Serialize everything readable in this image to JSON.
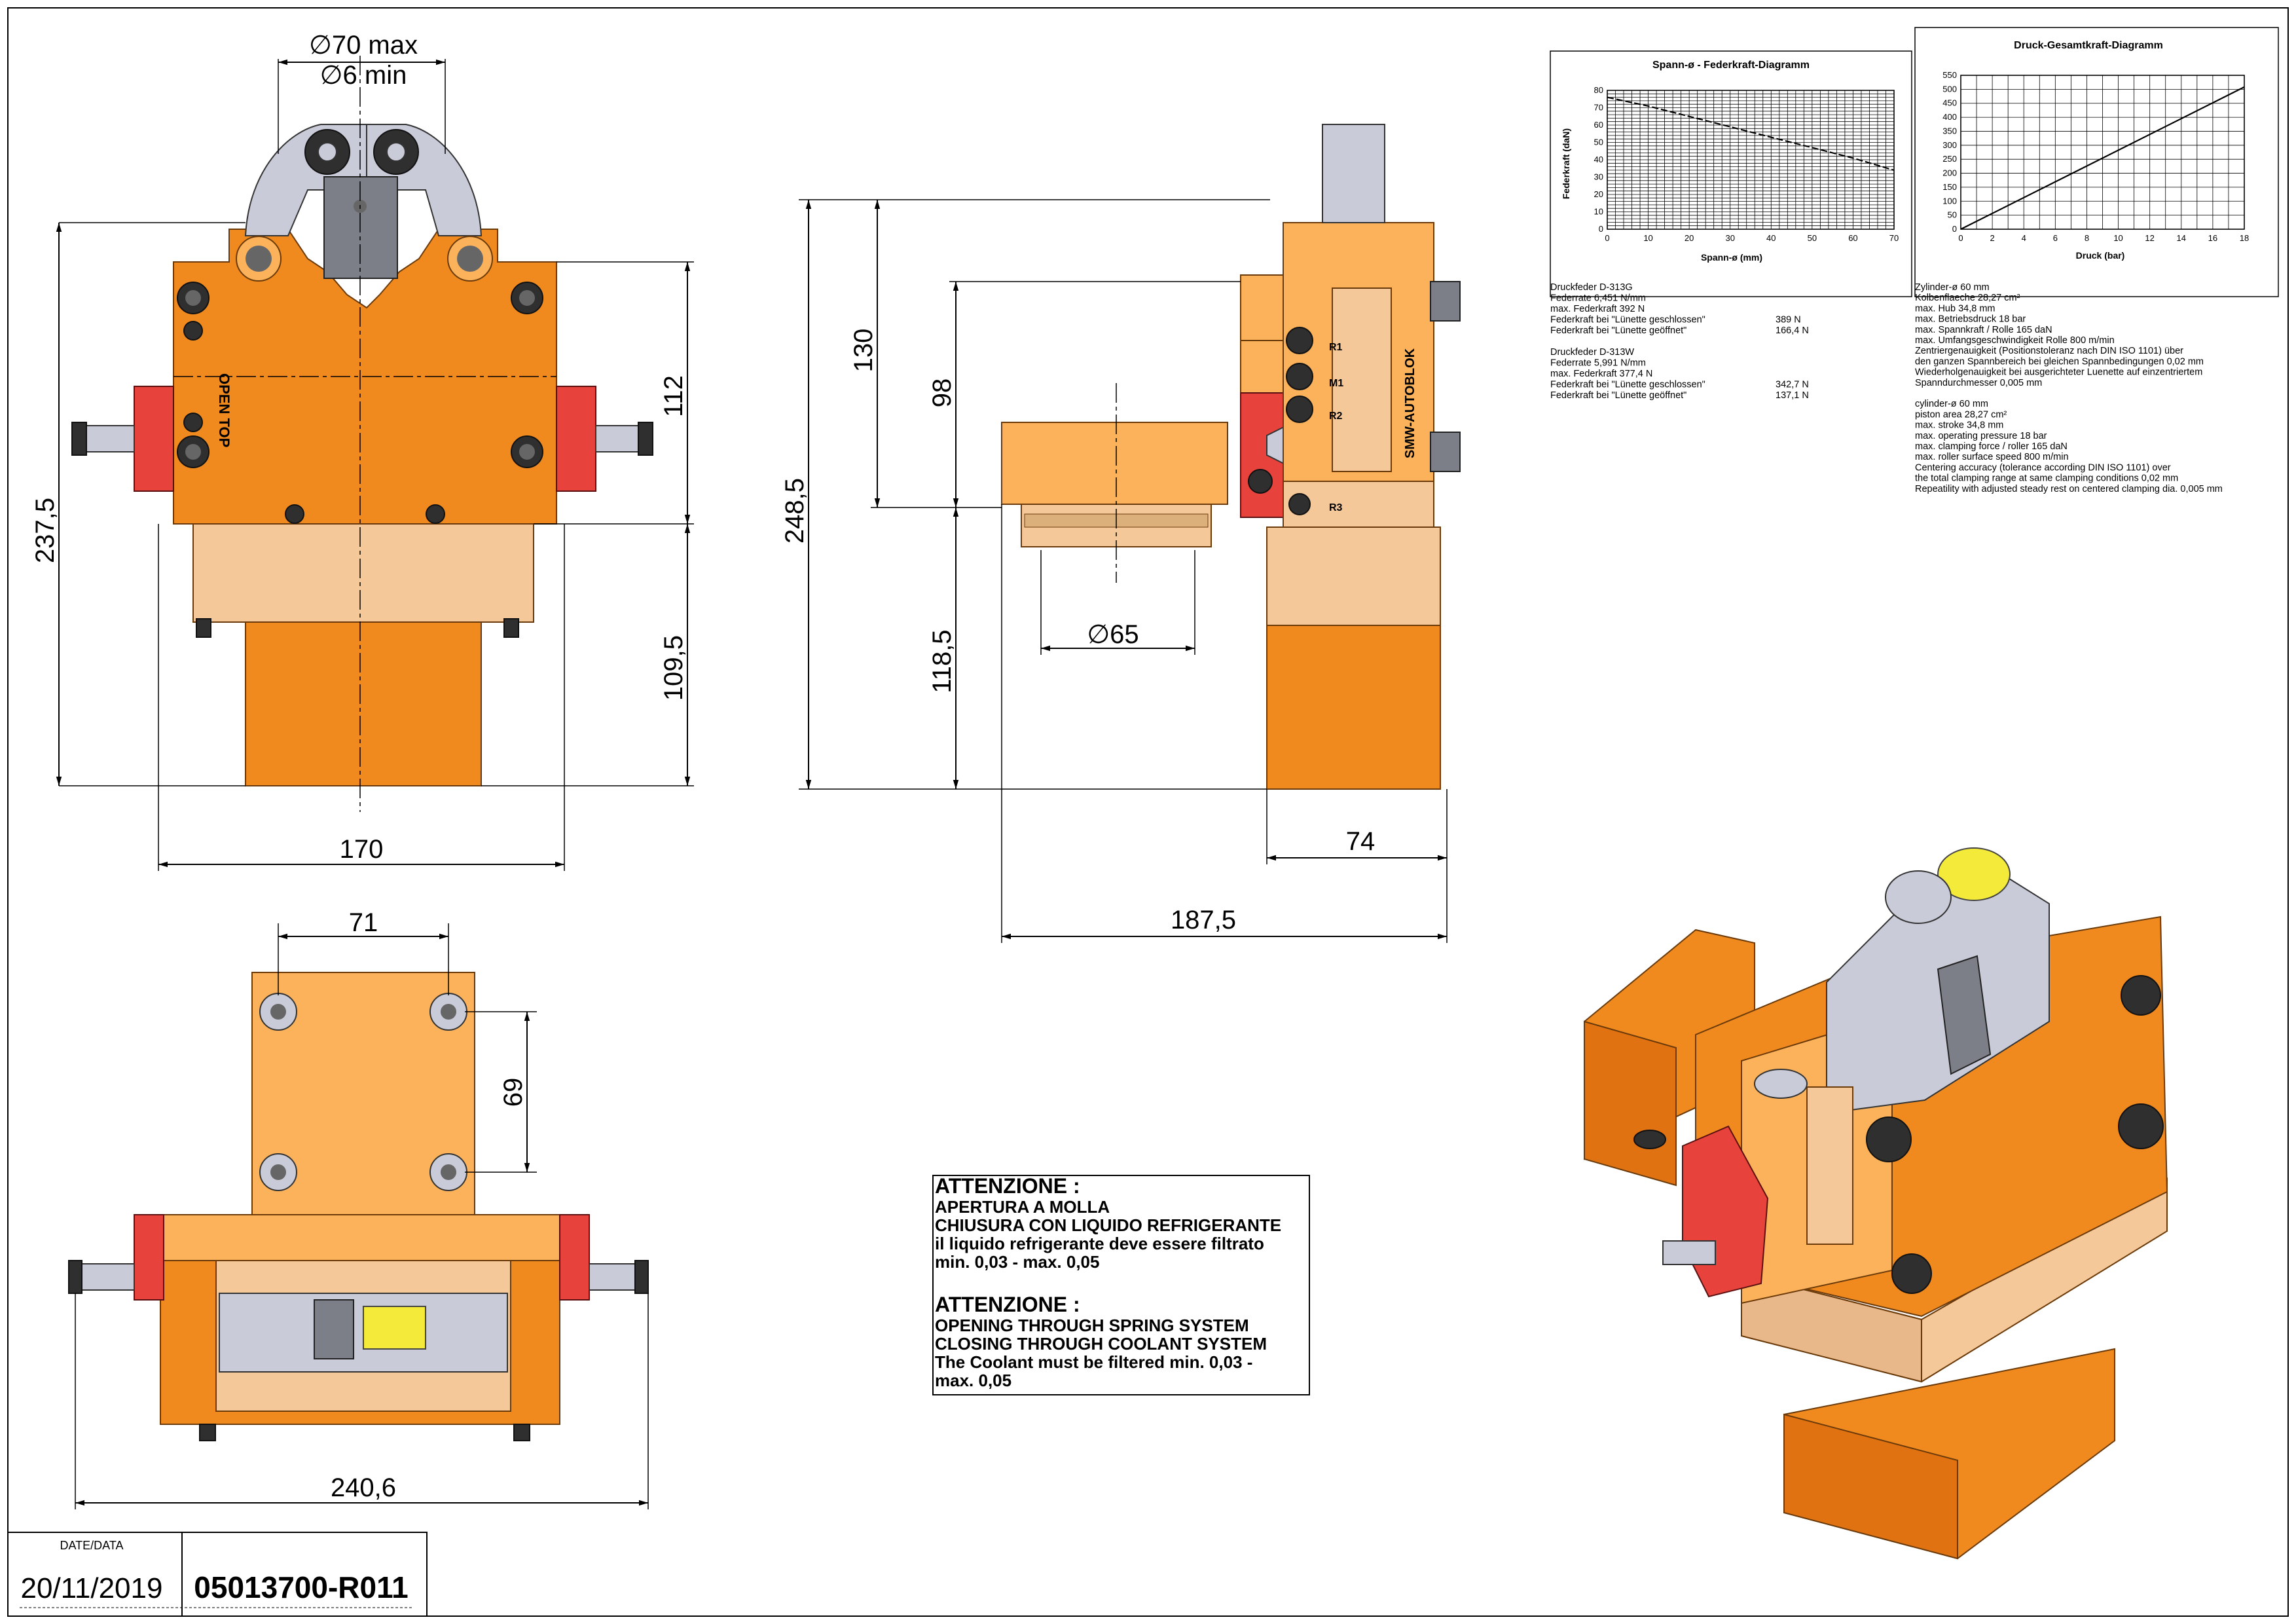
{
  "dimensions": {
    "front_view": {
      "jaw_max": "∅70 max",
      "jaw_min": "∅6 min",
      "height_total": "237,5",
      "height_upper": "112",
      "height_lower": "109,5",
      "width": "170"
    },
    "side_view": {
      "height_total": "248,5",
      "height_130": "130",
      "height_98": "98",
      "height_118": "118,5",
      "diameter": "∅65",
      "width_74": "74",
      "width_total": "187,5"
    },
    "bottom_view": {
      "width_71": "71",
      "height_69": "69",
      "width_total": "240,6"
    }
  },
  "labels": {
    "open_top": "OPEN TOP",
    "brand": "SMW-AUTOBLOK",
    "ports": [
      "R1",
      "M1",
      "R2",
      "R3"
    ]
  },
  "chart_data": [
    {
      "type": "line",
      "title": "Spann-ø - Federkraft-Diagramm",
      "xlabel": "Spann-ø (mm)",
      "ylabel": "Federkraft (daN)",
      "xlim": [
        0,
        70
      ],
      "ylim": [
        0,
        80
      ],
      "xticks": [
        0,
        10,
        20,
        30,
        40,
        50,
        60,
        70
      ],
      "yticks": [
        0,
        10,
        20,
        30,
        40,
        50,
        60,
        70,
        80
      ],
      "grid": true,
      "x": [
        0,
        10,
        20,
        30,
        40,
        50,
        60,
        70
      ],
      "series": [
        {
          "values": [
            76,
            71,
            65,
            59,
            53,
            47,
            41,
            34
          ]
        }
      ]
    },
    {
      "type": "line",
      "title": "Druck-Gesamtkraft-Diagramm",
      "xlabel": "Druck (bar)",
      "ylabel": "",
      "xlim": [
        0,
        18
      ],
      "ylim": [
        0,
        550
      ],
      "xticks": [
        0,
        2,
        4,
        6,
        8,
        10,
        12,
        14,
        16,
        18
      ],
      "yticks": [
        0,
        50,
        100,
        150,
        200,
        250,
        300,
        350,
        400,
        450,
        500,
        550
      ],
      "grid": true,
      "x": [
        0,
        18
      ],
      "series": [
        {
          "values": [
            0,
            508
          ]
        }
      ]
    }
  ],
  "specs_de_left": {
    "lines": [
      {
        "label": "Druckfeder D-313G",
        "value": ""
      },
      {
        "label": "Federrate 6,451 N/mm",
        "value": ""
      },
      {
        "label": "max. Federkraft 392 N",
        "value": ""
      },
      {
        "label": "Federkraft bei \"Lünette geschlossen\"",
        "value": "389 N"
      },
      {
        "label": "Federkraft bei \"Lünette geöffnet\"",
        "value": "166,4 N"
      },
      {
        "label": "",
        "value": ""
      },
      {
        "label": "Druckfeder D-313W",
        "value": ""
      },
      {
        "label": "Federrate 5,991 N/mm",
        "value": ""
      },
      {
        "label": "max. Federkraft 377,4 N",
        "value": ""
      },
      {
        "label": "Federkraft bei \"Lünette geschlossen\"",
        "value": "342,7 N"
      },
      {
        "label": "Federkraft bei \"Lünette geöffnet\"",
        "value": "137,1 N"
      }
    ]
  },
  "specs_right": {
    "lines": [
      "Zylinder-ø 60 mm",
      "Kolbenflaeche 28,27 cm²",
      "max. Hub 34,8 mm",
      "max. Betriebsdruck 18 bar",
      "max. Spannkraft / Rolle 165 daN",
      "max. Umfangsgeschwindigkeit Rolle 800 m/min",
      "Zentriergenauigkeit (Positionstoleranz nach DIN ISO 1101) über",
      "den ganzen Spannbereich bei gleichen Spannbedingungen 0,02 mm",
      "Wiederholgenauigkeit bei ausgerichteter Luenette auf einzentriertem",
      "Spanndurchmesser 0,005 mm",
      "",
      "cylinder-ø 60 mm",
      "piston area 28,27 cm²",
      "max. stroke 34,8 mm",
      "max. operating pressure 18 bar",
      "max. clamping force / roller 165 daN",
      "max. roller surface speed 800 m/min",
      "Centering accuracy (tolerance according DIN ISO 1101) over",
      "the total clamping range at same clamping conditions 0,02 mm",
      "Repeatility with adjusted steady rest on centered clamping dia. 0,005 mm"
    ]
  },
  "warning": {
    "it_heading": "ATTENZIONE :",
    "it_lines": [
      "APERTURA A MOLLA",
      "CHIUSURA CON LIQUIDO REFRIGERANTE",
      "il liquido refrigerante deve essere filtrato",
      "min. 0,03 - max. 0,05"
    ],
    "en_heading": "ATTENZIONE :",
    "en_lines": [
      "OPENING THROUGH SPRING SYSTEM",
      "CLOSING THROUGH COOLANT SYSTEM",
      "The Coolant must be filtered min. 0,03 -",
      "max. 0,05"
    ]
  },
  "title_block": {
    "date_label": "DATE/DATA",
    "date": "20/11/2019",
    "drawing_number": "05013700-R011"
  }
}
